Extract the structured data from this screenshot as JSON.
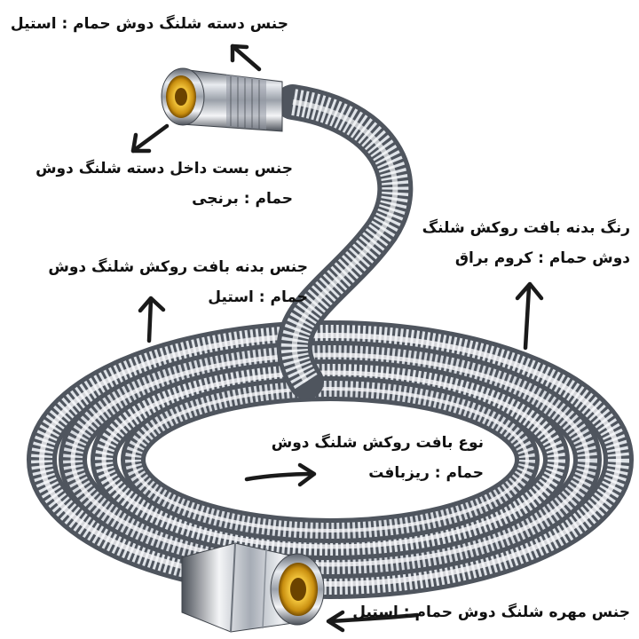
{
  "annotations": {
    "handle_material": {
      "line1": "جنس دسته شلنگ دوش حمام : استیل"
    },
    "inner_clamp_material": {
      "line1": "جنس بست داخل دسته شلنگ دوش",
      "line2": "حمام : برنجی"
    },
    "body_weave_material": {
      "line1": "جنس بدنه بافت روکش شلنگ دوش",
      "line2": "حمام : استیل"
    },
    "body_color": {
      "line1": "رنگ بدنه بافت روکش شلنگ",
      "line2": "دوش حمام : کروم براق"
    },
    "weave_type": {
      "line1": "نوع بافت روکش شلنگ دوش",
      "line2": "حمام : ریزبافت"
    },
    "nut_material": {
      "line1": "جنس مهره شلنگ دوش حمام : استیل"
    }
  },
  "colors": {
    "chrome_light": "#f4f5f7",
    "chrome_mid": "#b9bec6",
    "chrome_dark": "#5d636d",
    "brass": "#d9a520",
    "arrow": "#1a1a1a"
  }
}
